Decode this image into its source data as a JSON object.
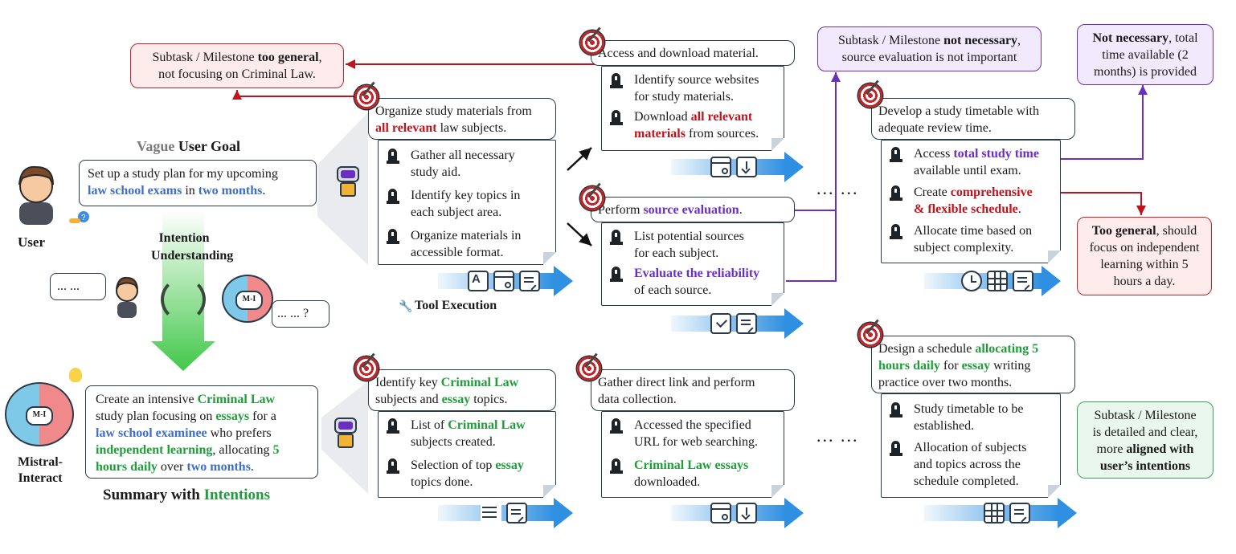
{
  "vague_goal": {
    "title_part1": "Vague",
    "title_part2": "User Goal",
    "text": {
      "t1": "Set up a study plan for my upcoming",
      "h1": "law school exams",
      "t2": "in",
      "h2": "two months",
      "t3": "."
    }
  },
  "user_label": "User",
  "intention_label": {
    "line1": "Intention",
    "line2": "Understanding"
  },
  "small_bubble1": "... ...",
  "small_bubble2": "... ... ?",
  "brain_text": "M-I",
  "mistral_label": {
    "line1": "Mistral-",
    "line2": "Interact"
  },
  "summary": {
    "title_part1": "Summary with",
    "title_part2": "Intentions",
    "text": {
      "a": "Create an intensive",
      "b": "Criminal Law",
      "c": "study plan focusing on",
      "d": "essays",
      "e": "for a",
      "f": "law school examinee",
      "g": "who prefers",
      "h": "independent learning",
      "i": ", allocating",
      "j": "5",
      "k": "hours daily",
      "l": "over",
      "m": "two months",
      "n": "."
    }
  },
  "tool_execution_label": "Tool Execution",
  "top": {
    "organize": {
      "title": {
        "a": "Organize study materials from",
        "b": "all relevant",
        "c": "law subjects."
      },
      "items": [
        {
          "l1": "Gather all necessary",
          "l2": "study aid."
        },
        {
          "l1": "Identify key topics in",
          "l2": "each subject area."
        },
        {
          "l1": "Organize materials in",
          "l2": "accessible format."
        }
      ]
    },
    "access": {
      "title": "Access and download material.",
      "items": [
        {
          "l1": "Identify source websites",
          "l2": "for study materials."
        },
        {
          "l1a": "Download",
          "l1b": "all relevant",
          "l2a": "materials",
          "l2b": "from sources."
        }
      ]
    },
    "evaluate": {
      "title": {
        "a": "Perform",
        "b": "source evaluation",
        "c": "."
      },
      "items": [
        {
          "l1": "List potential sources",
          "l2": "for each subject."
        },
        {
          "l1": "Evaluate the reliability",
          "l2": "of each source."
        }
      ]
    },
    "timetable": {
      "title": {
        "l1": "Develop a study timetable with",
        "l2": "adequate review time."
      },
      "items": [
        {
          "l1a": "Access",
          "l1b": "total study time",
          "l2": "available until exam."
        },
        {
          "l1a": "Create",
          "l1b": "comprehensive",
          "l2a": "& flexible schedule",
          "l2b": "."
        },
        {
          "l1": "Allocate time based on",
          "l2": "subject complexity."
        }
      ]
    }
  },
  "bottom": {
    "criminal": {
      "title": {
        "a": "Identify key",
        "b": "Criminal Law",
        "c": "subjects and",
        "d": "essay",
        "e": "topics."
      },
      "items": [
        {
          "l1a": "List of",
          "l1b": "Criminal Law",
          "l2": "subjects created."
        },
        {
          "l1a": "Selection of top",
          "l1b": "essay",
          "l2": "topics done."
        }
      ]
    },
    "gather": {
      "title": {
        "l1": "Gather direct link and perform",
        "l2": "data collection."
      },
      "items": [
        {
          "l1": "Accessed the specified",
          "l2": "URL for web searching."
        },
        {
          "l1": "Criminal Law essays",
          "l2": "downloaded."
        }
      ]
    },
    "design": {
      "title": {
        "a": "Design a schedule",
        "b": "allocating 5",
        "c": "hours daily",
        "d": "for",
        "e": "essay",
        "f": "writing",
        "g": "practice over two months."
      },
      "items": [
        {
          "l1": "Study timetable to be",
          "l2": "established."
        },
        {
          "l1": "Allocation of subjects",
          "l2": "and topics across the",
          "l3": "schedule completed."
        }
      ]
    }
  },
  "notes": {
    "too_general_top": {
      "a": "Subtask / Milestone",
      "b": "too general",
      "c": ",",
      "d": "not focusing on Criminal Law."
    },
    "not_necessary_top": {
      "a": "Subtask / Milestone",
      "b": "not necessary",
      "c": ",",
      "d": "source evaluation is not important"
    },
    "not_necessary_right": {
      "a": "Not necessary",
      "b": ", total",
      "c": "time available (2",
      "d": "months) is provided"
    },
    "too_general_right": {
      "a": "Too general",
      "b": ", should",
      "c": "focus on independent",
      "d": "learning within 5",
      "e": "hours a day."
    },
    "aligned": {
      "a": "Subtask / Milestone",
      "b": "is detailed and clear,",
      "c": "more",
      "d": "aligned with",
      "e": "user’s intentions"
    }
  },
  "ellipsis": "... ...",
  "colors": {
    "red": "#c0141c",
    "blue": "#3f6fc4",
    "purple": "#6a2fc0",
    "green": "#1f9d3a",
    "arrow": "#2f8fe0"
  },
  "icons": [
    "target-icon",
    "tombstone-bullet-icon",
    "robot-icon",
    "user-avatar-icon",
    "brain-icon",
    "cycle-icon",
    "clock-icon",
    "table-icon",
    "edit-doc-icon",
    "browser-search-icon",
    "download-icon",
    "font-edit-icon",
    "checkbox-edit-icon",
    "list-add-icon",
    "lightbulb-icon",
    "wrench-icon"
  ]
}
